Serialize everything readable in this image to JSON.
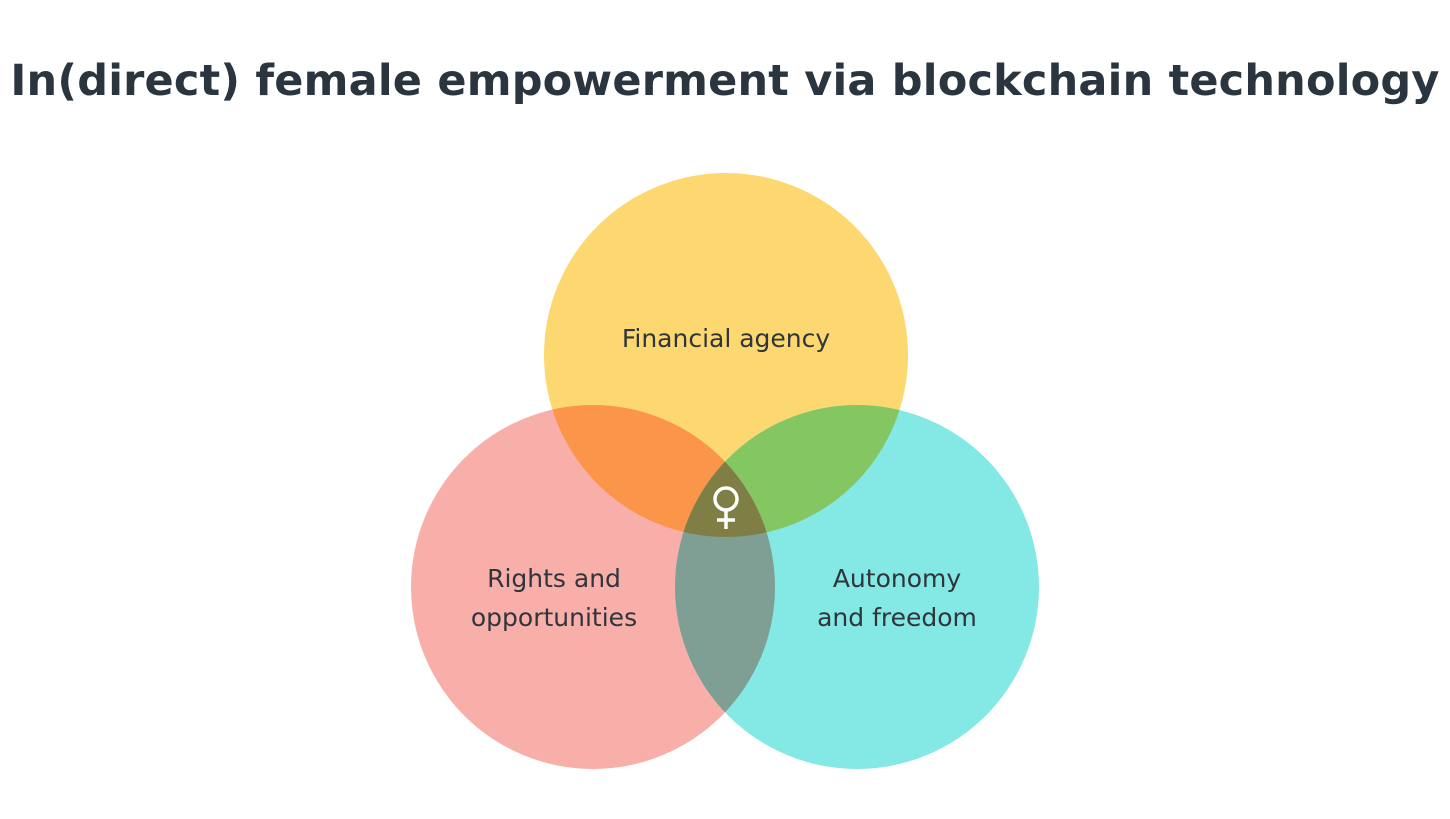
{
  "title": "In(direct) female empowerment via blockchain technology",
  "sets": [
    {
      "name": "top",
      "label_lines": [
        "Financial agency"
      ],
      "color": "#FDD870"
    },
    {
      "name": "left",
      "label_lines": [
        "Rights and",
        "opportunities"
      ],
      "color": "#F9AFA9"
    },
    {
      "name": "right",
      "label_lines": [
        "Autonomy",
        "and freedom"
      ],
      "color": "#84E9E5"
    }
  ],
  "overlaps": {
    "top_left": "#FB954A",
    "top_right": "#84C662",
    "left_right": "#7F9F94",
    "center": "#7F7F45"
  },
  "center_icon": "female-symbol-icon",
  "center_icon_color": "#FFFFFF"
}
